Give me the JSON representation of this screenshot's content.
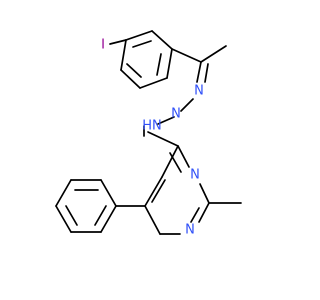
{
  "atoms": {
    "iodine": {
      "symbol": "I",
      "color": "#940094"
    },
    "n_hydrazone_1": {
      "symbol": "N",
      "color": "#3050F8"
    },
    "n_hydrazone_2": {
      "symbol": "N",
      "color": "#3050F8"
    },
    "nh_hydrazine": {
      "symbol": "HN",
      "color": "#3050F8"
    },
    "n_pyrimidine_3": {
      "symbol": "N",
      "color": "#3050F8"
    },
    "n_pyrimidine_1": {
      "symbol": "N",
      "color": "#3050F8"
    }
  },
  "colors": {
    "bond": "#000000",
    "background": "#ffffff"
  }
}
